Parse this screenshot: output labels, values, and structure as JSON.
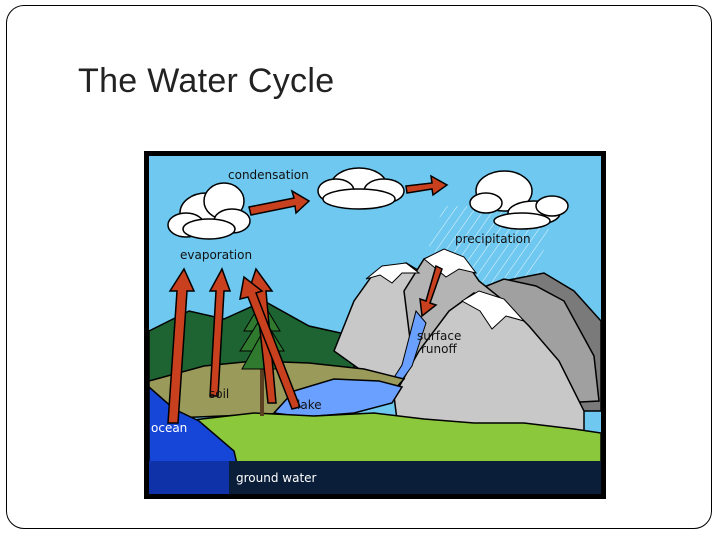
{
  "slide": {
    "title": "The Water Cycle"
  },
  "diagram": {
    "labels": {
      "condensation": "condensation",
      "evaporation": "evaporation",
      "precipitation": "precipitation",
      "surface_runoff_line1": "surface",
      "surface_runoff_line2": "runoff",
      "soil": "soil",
      "lake": "lake",
      "ocean": "ocean",
      "ground_water": "ground water"
    },
    "colors": {
      "sky": "#6ec8f0",
      "arrow": "#c8401e",
      "mountain": "#c8c8c8",
      "snow": "#ffffff",
      "lake": "#6aa0ff",
      "ocean": "#1646d8",
      "grass": "#8cc83c",
      "soil": "#9a9a5a",
      "ground_water": "#0a1e3a",
      "frame": "#000000"
    }
  }
}
